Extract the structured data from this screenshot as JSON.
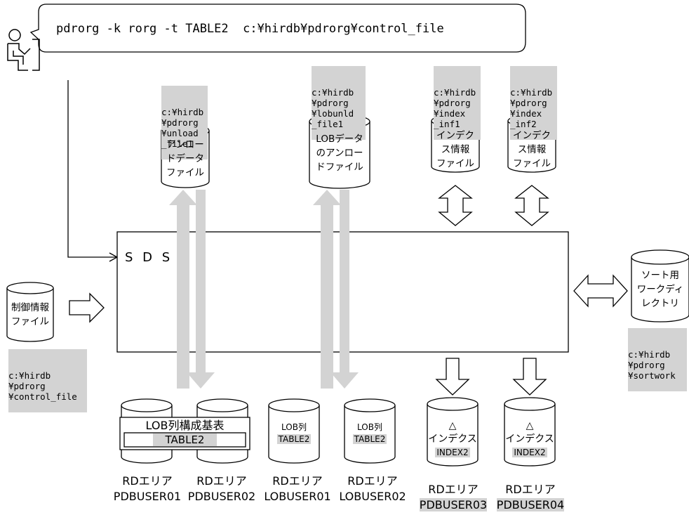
{
  "command": "pdrorg -k rorg -t TABLE2  c:¥hirdb¥pdrorg¥control_file",
  "sds_label": "S D S",
  "paths": {
    "unload": [
      "c:¥hirdb",
      "¥pdrorg",
      "¥unload",
      "_file1"
    ],
    "lobunld": [
      "c:¥hirdb",
      "¥pdrorg",
      "¥lobunld",
      "_file1"
    ],
    "index1": [
      "c:¥hirdb",
      "¥pdrorg",
      "¥index",
      "_inf1"
    ],
    "index2": [
      "c:¥hirdb",
      "¥pdrorg",
      "¥index",
      "_inf2"
    ],
    "control": [
      "c:¥hirdb",
      "¥pdrorg",
      "¥control_file"
    ],
    "sortwork": [
      "c:¥hirdb",
      "¥pdrorg",
      "¥sortwork"
    ]
  },
  "files": {
    "unload": [
      "アンロー",
      "ドデータ",
      "ファイル"
    ],
    "lob_unload": [
      "LOBデータ",
      "のアンロー",
      "ドファイル"
    ],
    "index1": [
      "インデク",
      "ス情報",
      "ファイル"
    ],
    "index2": [
      "インデク",
      "ス情報",
      "ファイル"
    ],
    "control": [
      "制御情報",
      "ファイル"
    ],
    "sortwork": [
      "ソート用",
      "ワークディ",
      "レクトリ"
    ]
  },
  "table": {
    "title": "LOB列構成基表",
    "name": "TABLE2"
  },
  "lob_columns": [
    {
      "label": "LOB列",
      "table": "TABLE2"
    },
    {
      "label": "LOB列",
      "table": "TABLE2"
    }
  ],
  "index_areas": [
    {
      "triangle": "△",
      "label": "インデクス",
      "name": "INDEX2"
    },
    {
      "triangle": "△",
      "label": "インデクス",
      "name": "INDEX2"
    }
  ],
  "rd_areas": [
    {
      "title": "RDエリア",
      "name": "PDBUSER01",
      "highlight": false
    },
    {
      "title": "RDエリア",
      "name": "PDBUSER02",
      "highlight": false
    },
    {
      "title": "RDエリア",
      "name": "LOBUSER01",
      "highlight": false
    },
    {
      "title": "RDエリア",
      "name": "LOBUSER02",
      "highlight": false
    },
    {
      "title": "RDエリア",
      "name": "PDBUSER03",
      "highlight": true
    },
    {
      "title": "RDエリア",
      "name": "PDBUSER04",
      "highlight": true
    }
  ],
  "colors": {
    "gray_arrow": "#d3d3d3",
    "highlight": "#d3d3d3",
    "line": "#000000"
  }
}
